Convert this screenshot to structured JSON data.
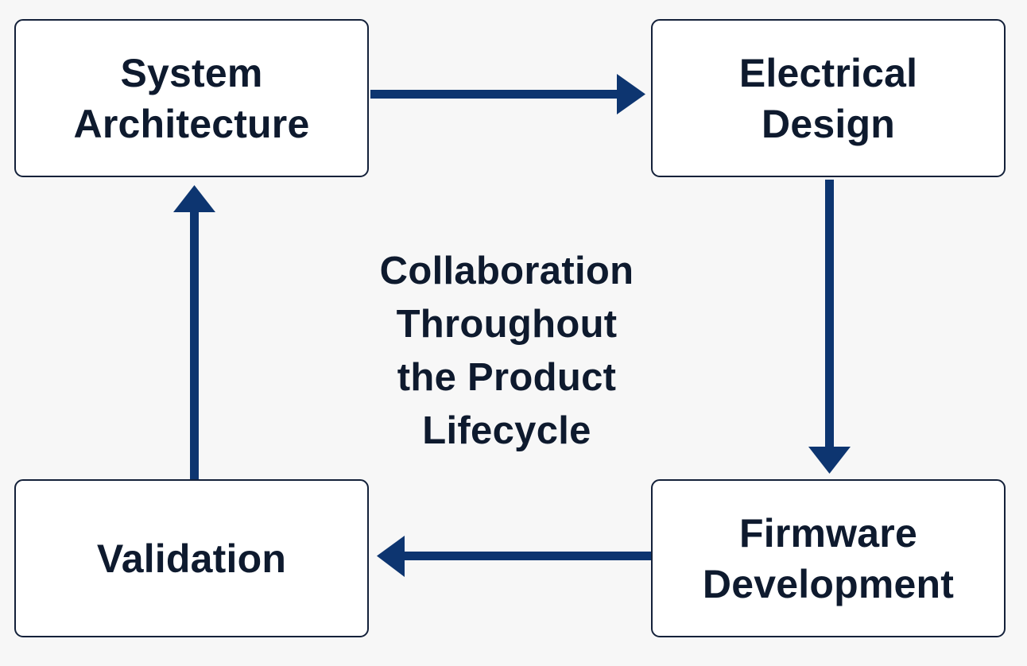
{
  "diagram": {
    "title_lines": [
      "Collaboration",
      "Throughout",
      "the Product",
      "Lifecycle"
    ],
    "colors": {
      "background": "#f7f7f7",
      "box_fill": "#ffffff",
      "box_border": "#14213a",
      "text": "#0e1a2e",
      "arrow": "#0d3570"
    },
    "nodes": [
      {
        "id": "system-architecture",
        "lines": [
          "System",
          "Architecture"
        ]
      },
      {
        "id": "electrical-design",
        "lines": [
          "Electrical",
          "Design"
        ]
      },
      {
        "id": "firmware-development",
        "lines": [
          "Firmware",
          "Development"
        ]
      },
      {
        "id": "validation",
        "lines": [
          "Validation"
        ]
      }
    ],
    "edges": [
      {
        "from": "system-architecture",
        "to": "electrical-design",
        "direction": "right"
      },
      {
        "from": "electrical-design",
        "to": "firmware-development",
        "direction": "down"
      },
      {
        "from": "firmware-development",
        "to": "validation",
        "direction": "left"
      },
      {
        "from": "validation",
        "to": "system-architecture",
        "direction": "up"
      }
    ]
  }
}
